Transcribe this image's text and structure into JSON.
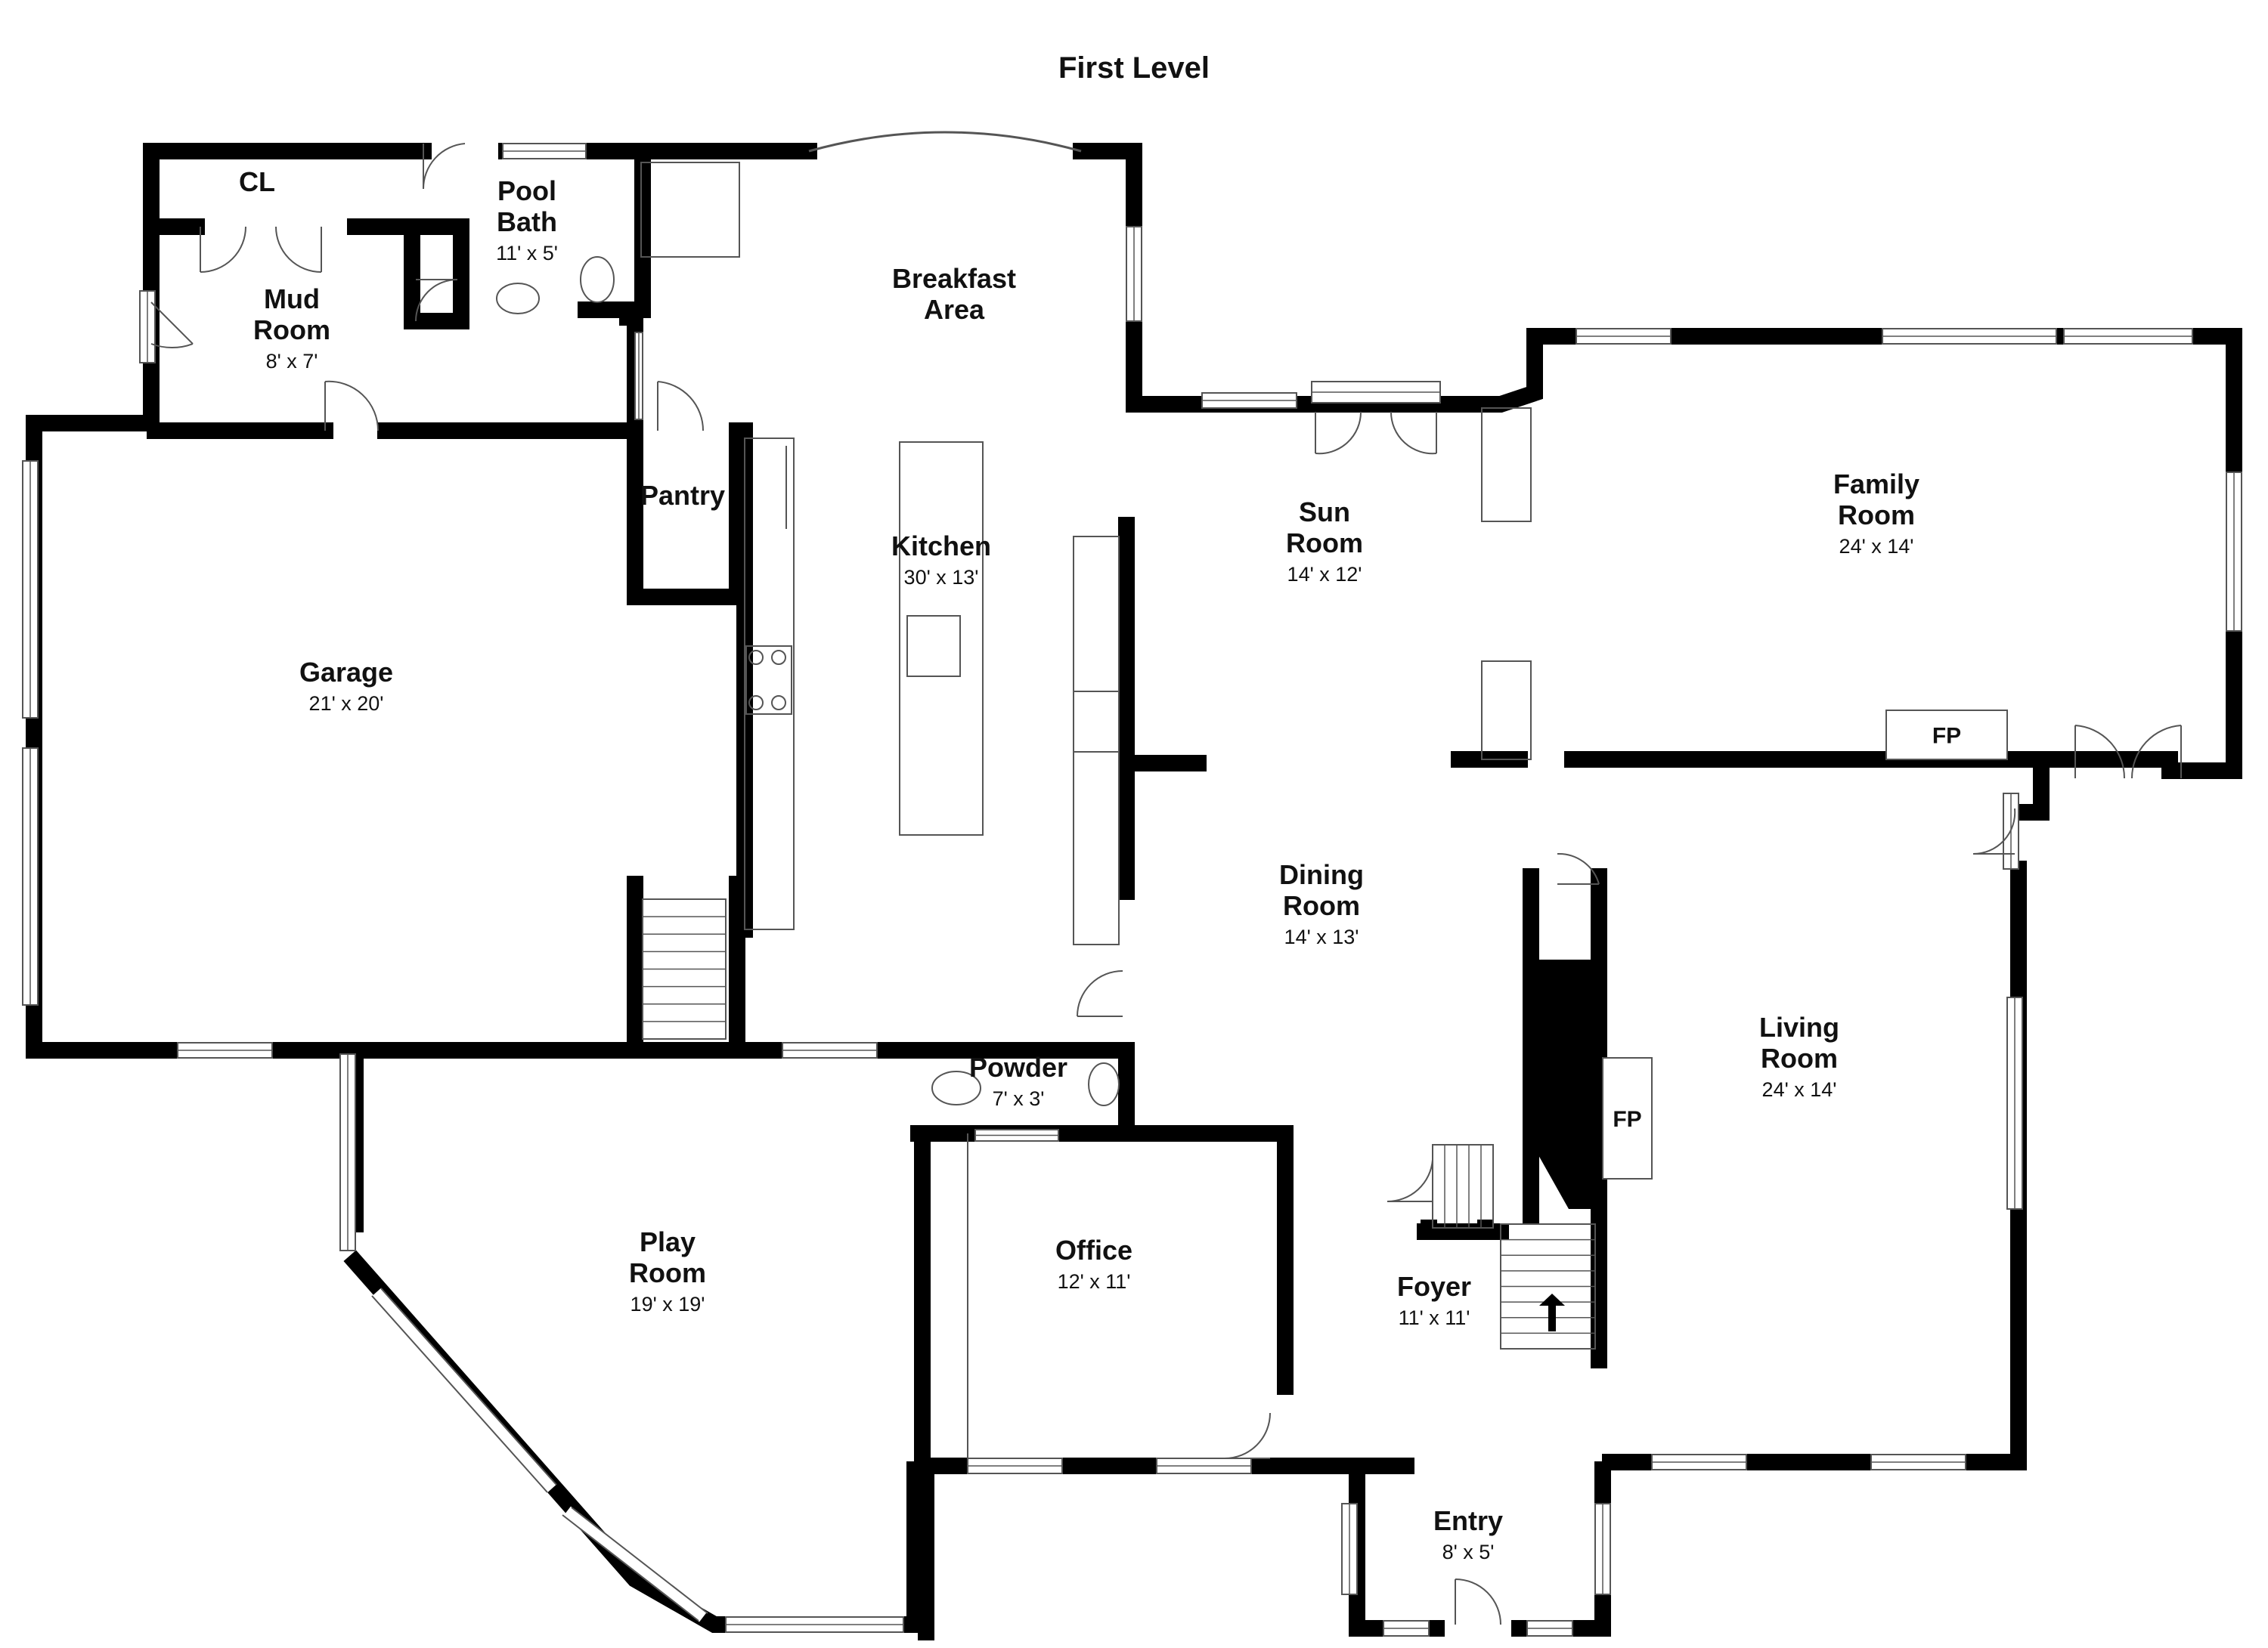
{
  "plan": {
    "title": "First Level",
    "colors": {
      "wall": "#000000",
      "line": "#555555",
      "fixture": "#444444",
      "background": "#ffffff"
    },
    "rooms": [
      {
        "id": "cl",
        "lines": [
          "CL"
        ],
        "dim": ""
      },
      {
        "id": "pool-bath",
        "lines": [
          "Pool",
          "Bath"
        ],
        "dim": "11' x 5'"
      },
      {
        "id": "mud-room",
        "lines": [
          "Mud",
          "Room"
        ],
        "dim": "8' x 7'"
      },
      {
        "id": "breakfast-area",
        "lines": [
          "Breakfast",
          "Area"
        ],
        "dim": ""
      },
      {
        "id": "pantry",
        "lines": [
          "Pantry"
        ],
        "dim": ""
      },
      {
        "id": "kitchen",
        "lines": [
          "Kitchen"
        ],
        "dim": "30' x 13'"
      },
      {
        "id": "sun-room",
        "lines": [
          "Sun",
          "Room"
        ],
        "dim": "14' x 12'"
      },
      {
        "id": "family-room",
        "lines": [
          "Family",
          "Room"
        ],
        "dim": "24' x 14'"
      },
      {
        "id": "garage",
        "lines": [
          "Garage"
        ],
        "dim": "21' x 20'"
      },
      {
        "id": "dining-room",
        "lines": [
          "Dining",
          "Room"
        ],
        "dim": "14' x 13'"
      },
      {
        "id": "living-room",
        "lines": [
          "Living",
          "Room"
        ],
        "dim": "24' x 14'"
      },
      {
        "id": "powder",
        "lines": [
          "Powder"
        ],
        "dim": "7' x 3'"
      },
      {
        "id": "office",
        "lines": [
          "Office"
        ],
        "dim": "12' x 11'"
      },
      {
        "id": "play-room",
        "lines": [
          "Play",
          "Room"
        ],
        "dim": "19' x 19'"
      },
      {
        "id": "foyer",
        "lines": [
          "Foyer"
        ],
        "dim": "11' x 11'"
      },
      {
        "id": "entry",
        "lines": [
          "Entry"
        ],
        "dim": "8' x 5'"
      }
    ],
    "fireplaces": [
      {
        "id": "family-room-fp",
        "label": "FP"
      },
      {
        "id": "living-room-fp",
        "label": "FP"
      }
    ]
  }
}
